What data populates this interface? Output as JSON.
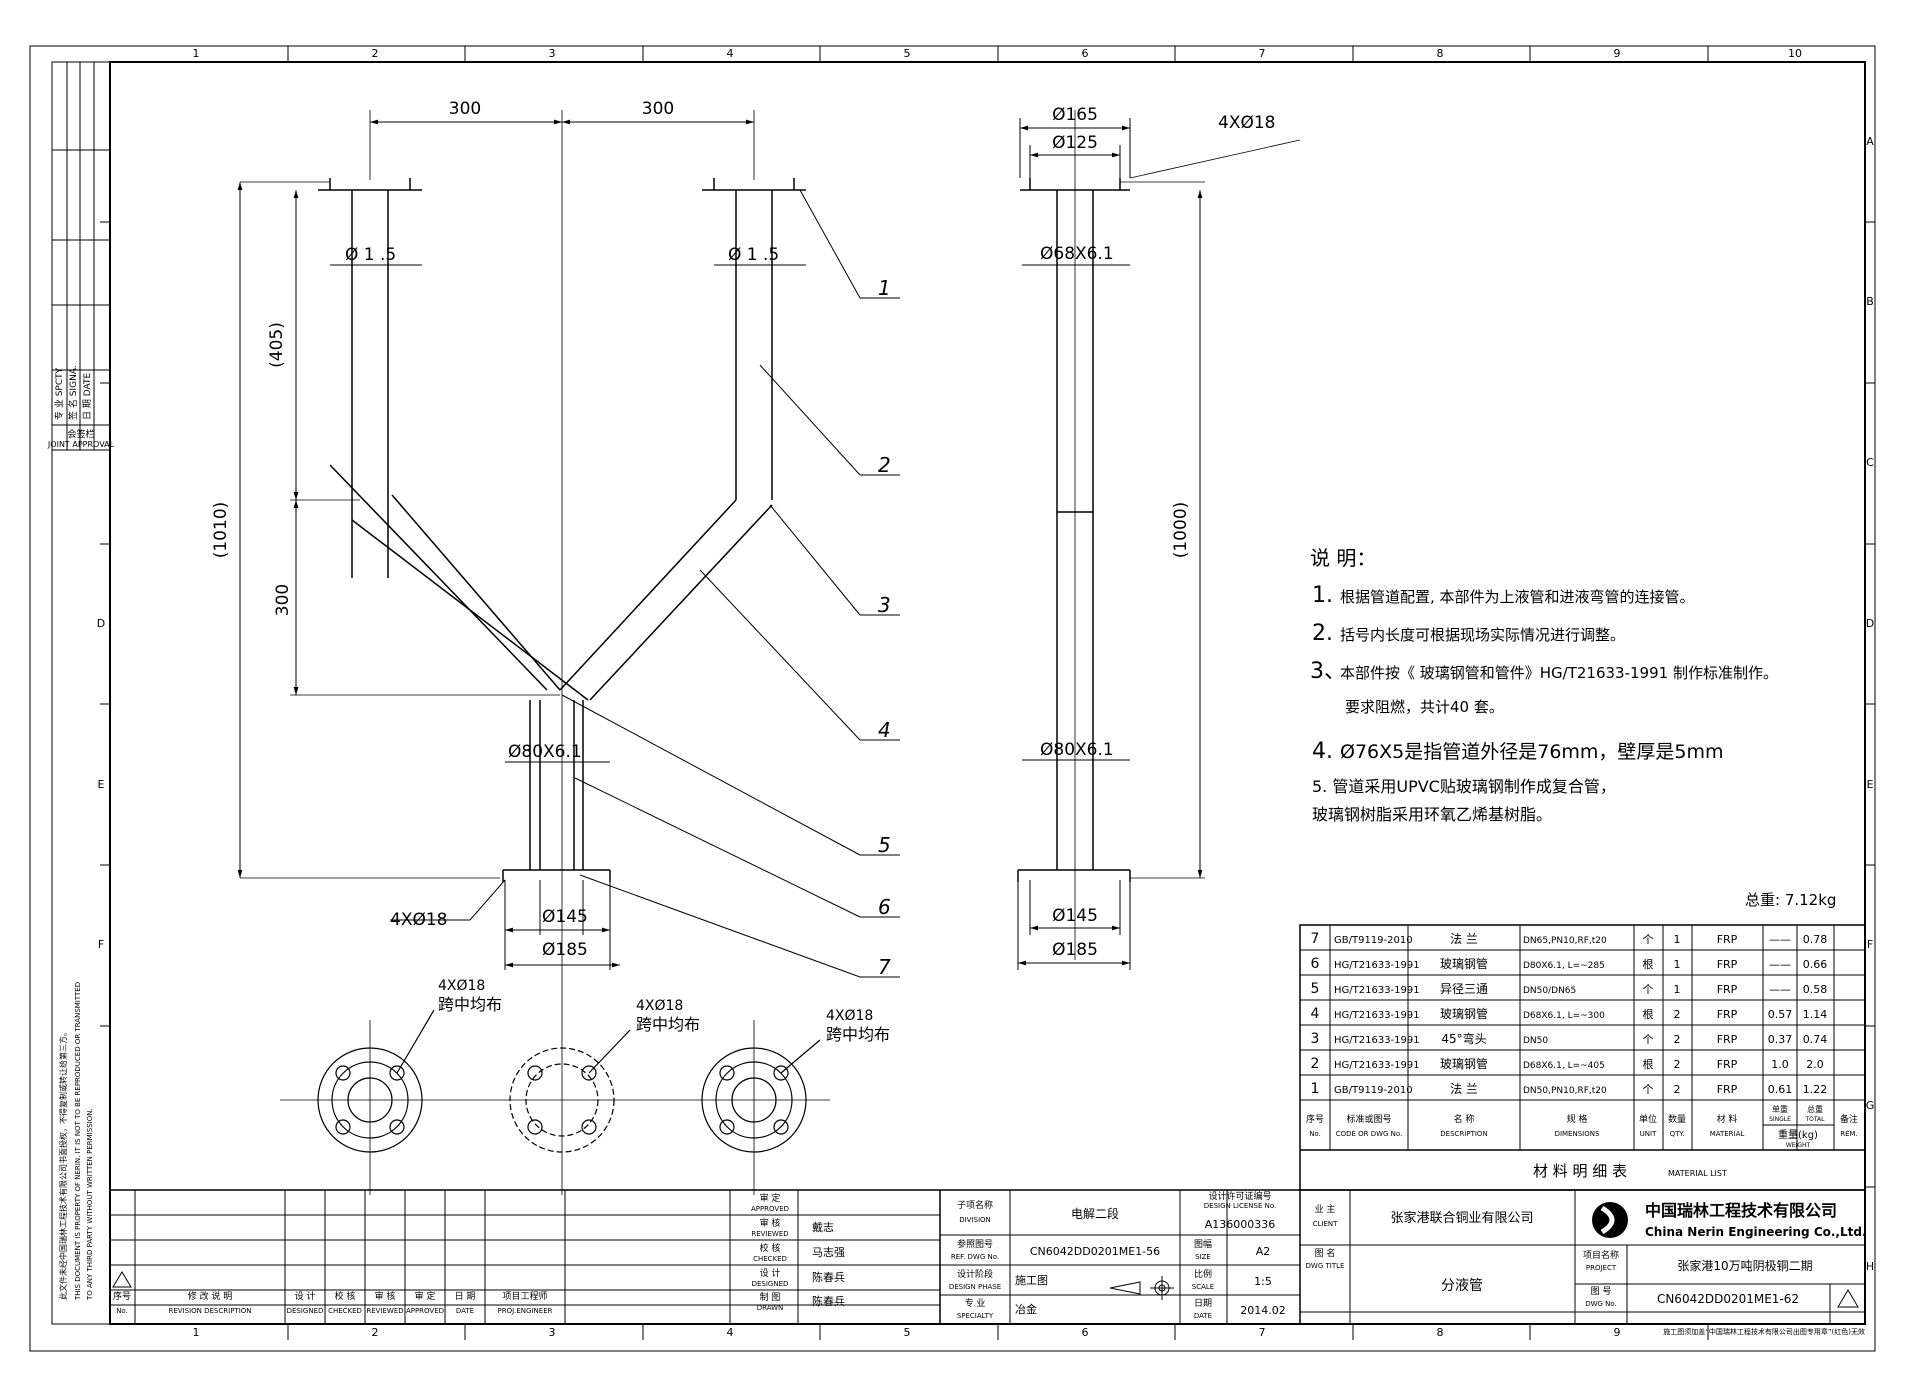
{
  "zones": {
    "cols": [
      "1",
      "2",
      "3",
      "4",
      "5",
      "6",
      "7",
      "8",
      "9",
      "10"
    ],
    "rows": [
      "A",
      "B",
      "C",
      "D",
      "E",
      "F",
      "G",
      "H"
    ]
  },
  "approval": {
    "l1": "专 业 SPCTY",
    "l2": "签 名 SIGNA.",
    "l3": "日 期 DATE",
    "l4": "会签栏",
    "l5": "JOINT APPROVAL"
  },
  "side_note": {
    "l1": "此文件未经中国瑞林工程技术有限公司书面授权，不得复制或转让给第三方。",
    "l2": "THIS DOCUMENT IS PROPERTY OF NERIN. IT IS NOT TO BE REPRODUCED OR TRANSMITTED",
    "l3": "TO ANY THIRD PARTY WITHOUT WRITTEN PERMISSION."
  },
  "front": {
    "dim_top_l": "300",
    "dim_top_r": "300",
    "dim_overall": "(1010)",
    "dim_405": "(405)",
    "dim_300": "300",
    "dim_phi_l": "Ø 1 .5",
    "dim_phi_r": "Ø 1 .5",
    "dim_pipe": "Ø80X6.1",
    "bolts": "4XØ18",
    "pcd": "Ø145",
    "od": "Ø185"
  },
  "side": {
    "od_top": "Ø165",
    "pcd_top": "Ø125",
    "bolts": "4XØ18",
    "pipe_top": "Ø68X6.1",
    "len": "(1000)",
    "pipe_bot": "Ø80X6.1",
    "pcd_bot": "Ø145",
    "od_bot": "Ø185"
  },
  "balloons": [
    "1",
    "2",
    "3",
    "4",
    "5",
    "6",
    "7"
  ],
  "plan": {
    "b1": "4XØ18",
    "b2": "4XØ18",
    "b3": "4XØ18",
    "s1": "跨中均布",
    "s2": "跨中均布",
    "s3": "跨中均布"
  },
  "notes": {
    "heading": "说  明：",
    "n1_num": "1.",
    "n1": "根据管道配置, 本部件为上液管和进液弯管的连接管。",
    "n2_num": "2.",
    "n2": "括号内长度可根据现场实际情况进行调整。",
    "n3_num": "3、",
    "n3": "本部件按《 玻璃钢管和管件》HG/T21633-1991 制作标准制作。",
    "n3b": "要求阻燃，共计40  套。",
    "n4_num": "4.",
    "n4": "Ø76X5是指管道外径是76mm，壁厚是5mm",
    "n5": "5. 管道采用UPVC贴玻璃钢制作成复合管，",
    "n5b": "玻璃钢树脂采用环氧乙烯基树脂。"
  },
  "total_weight": "总重: 7.12kg",
  "materials": {
    "rows": [
      {
        "no": "7",
        "code": "GB/T9119-2010",
        "name": "法    兰",
        "dim": "DN65,PN10,RF,t20",
        "unit": "个",
        "qty": "1",
        "mat": "FRP",
        "single": "——",
        "total": "0.78"
      },
      {
        "no": "6",
        "code": "HG/T21633-1991",
        "name": "玻璃钢管",
        "dim": "D80X6.1, L=~285",
        "unit": "根",
        "qty": "1",
        "mat": "FRP",
        "single": "——",
        "total": "0.66"
      },
      {
        "no": "5",
        "code": "HG/T21633-1991",
        "name": "异径三通",
        "dim": "DN50/DN65",
        "unit": "个",
        "qty": "1",
        "mat": "FRP",
        "single": "——",
        "total": "0.58"
      },
      {
        "no": "4",
        "code": "HG/T21633-1991",
        "name": "玻璃钢管",
        "dim": "D68X6.1, L=~300",
        "unit": "根",
        "qty": "2",
        "mat": "FRP",
        "single": "0.57",
        "total": "1.14"
      },
      {
        "no": "3",
        "code": "HG/T21633-1991",
        "name": "45°弯头",
        "dim": "DN50",
        "unit": "个",
        "qty": "2",
        "mat": "FRP",
        "single": "0.37",
        "total": "0.74"
      },
      {
        "no": "2",
        "code": "HG/T21633-1991",
        "name": "玻璃钢管",
        "dim": "D68X6.1, L=~405",
        "unit": "根",
        "qty": "2",
        "mat": "FRP",
        "single": "1.0",
        "total": "2.0"
      },
      {
        "no": "1",
        "code": "GB/T9119-2010",
        "name": "法    兰",
        "dim": "DN50,PN10,RF,t20",
        "unit": "个",
        "qty": "2",
        "mat": "FRP",
        "single": "0.61",
        "total": "1.22"
      }
    ],
    "h_no": "序号",
    "h_no_en": "No.",
    "h_code": "标准或图号",
    "h_code_en": "CODE OR DWG No.",
    "h_name": "名    称",
    "h_name_en": "DESCRIPTION",
    "h_dim": "规    格",
    "h_dim_en": "DIMENSIONS",
    "h_unit": "单位",
    "h_unit_en": "UNIT",
    "h_qty": "数量",
    "h_qty_en": "QTY.",
    "h_mat": "材   料",
    "h_mat_en": "MATERIAL",
    "h_single": "单重",
    "h_single_en": "SINGLE",
    "h_total": "总重",
    "h_total_en": "TOTAL",
    "h_weight": "重量(kg)",
    "h_weight_en": "WEIGHT",
    "h_rem": "备注",
    "h_rem_en": "REM.",
    "title": "材  料  明  细  表",
    "title_en": "MATERIAL LIST"
  },
  "revision": {
    "no": "序号",
    "no_en": "No.",
    "desc": "修  改  说  明",
    "desc_en": "REVISION DESCRIPTION",
    "des": "设  计",
    "des_en": "DESIGNED",
    "chk": "校  核",
    "chk_en": "CHECKED",
    "rev": "审  核",
    "rev_en": "REVIEWED",
    "app": "审  定",
    "app_en": "APPROVED",
    "date": "日  期",
    "date_en": "DATE",
    "proj": "项目工程师",
    "proj_en": "PROJ.ENGINEER"
  },
  "signatures": {
    "approved": "审  定",
    "approved_en": "APPROVED",
    "reviewed": "审  核",
    "reviewed_en": "REVIEWED",
    "reviewed_name": "戴志",
    "checked": "校  核",
    "checked_en": "CHECKED",
    "checked_name": "马志强",
    "designed": "设  计",
    "designed_en": "DESIGNED",
    "designed_name": "陈春兵",
    "drawn": "制  图",
    "drawn_en": "DRAWN",
    "drawn_name": "陈春兵"
  },
  "titleblock": {
    "division_l": "子项名称",
    "division_en": "DIVISION",
    "division": "电解二段",
    "license_l": "设计许可证编号",
    "license_en": "DESIGN LICENSE No.",
    "license": "A136000336",
    "refdwg_l": "参照图号",
    "refdwg_en": "REF. DWG No.",
    "refdwg": "CN6042DD0201ME1-56",
    "size_l": "图幅",
    "size_en": "SIZE",
    "size": "A2",
    "phase_l": "设计阶段",
    "phase_en": "DESIGN PHASE",
    "phase": "施工图",
    "scale_l": "比例",
    "scale_en": "SCALE",
    "scale": "1:5",
    "spec_l": "专  业",
    "spec_en": "SPECIALTY",
    "spec": "冶金",
    "date_l": "日期",
    "date_en": "DATE",
    "date": "2014.02",
    "client_l": "业  主",
    "client_en": "CLIENT",
    "client": "张家港联合铜业有限公司",
    "company": "中国瑞林工程技术有限公司",
    "company_en": "China Nerin Engineering Co.,Ltd.",
    "title_l": "图  名",
    "title_en": "DWG TITLE",
    "title": "分液管",
    "project_l": "项目名称",
    "project_en": "PROJECT",
    "project": "张家港10万吨阴极铜二期",
    "dwgno_l": "图  号",
    "dwgno_en": "DWG No.",
    "dwgno": "CN6042DD0201ME1-62"
  },
  "footer_note": "施工图须加盖“中国瑞林工程技术有限公司出图专用章”(红色)无效"
}
